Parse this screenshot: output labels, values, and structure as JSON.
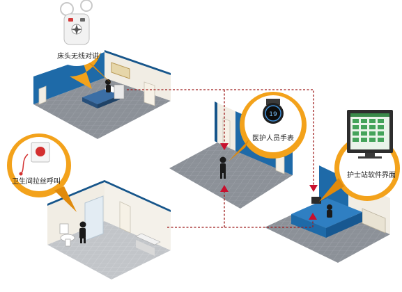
{
  "callouts": {
    "bedside": "床头无线对讲",
    "watch": "医护人员手表",
    "bathroom": "卫生间拉丝呼叫",
    "station": "护士站软件界面"
  },
  "colors": {
    "callout": "#f3a21b",
    "callout_dark": "#e08a0c",
    "wall_blue": "#1e6aa8",
    "wall_blue_dark": "#16558a",
    "floor": "#8a8f96",
    "floor_light": "#bfc3c8",
    "wall_cream": "#f1ede4",
    "route": "#9e1b1b",
    "arrow": "#c8102e"
  },
  "watch_display": "19"
}
